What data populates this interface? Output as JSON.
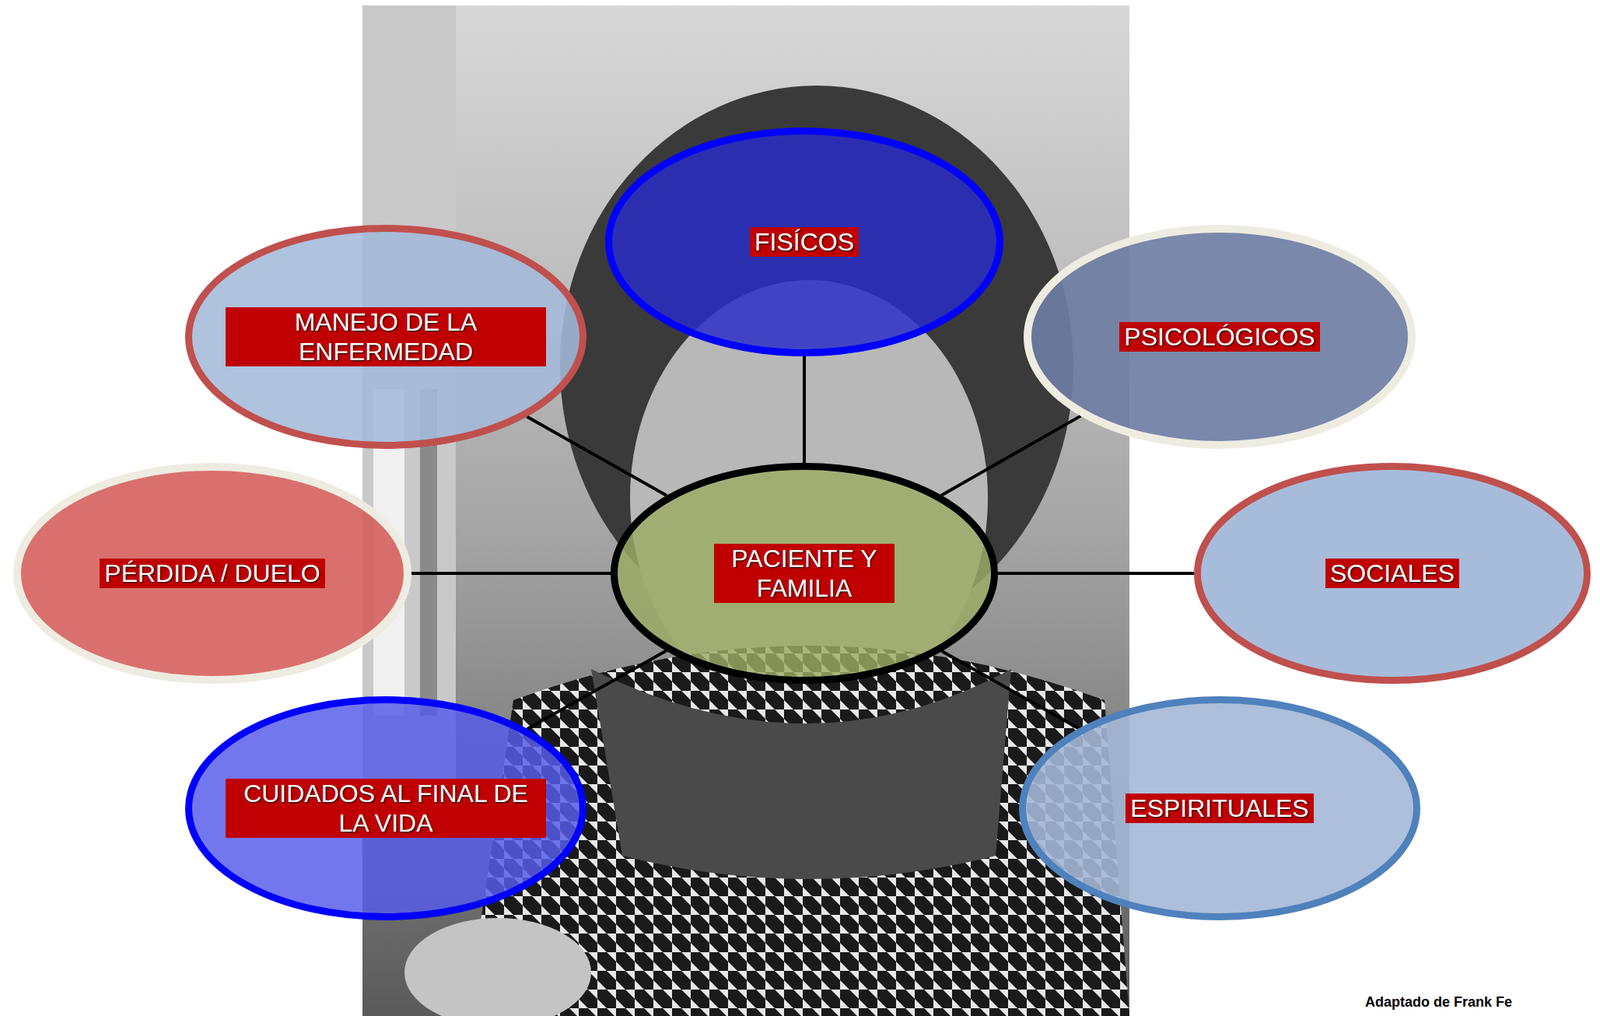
{
  "diagram": {
    "nodes": [
      {
        "text": [
          "FISÍCOS"
        ]
      },
      {
        "text": [
          "MANEJO DE LA ENFERMEDAD"
        ]
      },
      {
        "text": [
          "PSICOLÓGICOS"
        ]
      },
      {
        "text": [
          "PÉRDIDA / DUELO"
        ]
      },
      {
        "text": [
          "PACIENTE Y FAMILIA"
        ]
      },
      {
        "text": [
          "SOCIALES"
        ]
      },
      {
        "text": [
          "CUIDADOS AL FINAL DE LA VIDA"
        ]
      },
      {
        "text": [
          "ESPIRITUALES"
        ]
      }
    ],
    "edges": [
      {
        "from": 4,
        "to": 0,
        "arrow": "none"
      },
      {
        "from": 4,
        "to": 1,
        "arrow": "none"
      },
      {
        "from": 4,
        "to": 2,
        "arrow": "none"
      },
      {
        "from": 4,
        "to": 3,
        "arrow": "none"
      },
      {
        "from": 4,
        "to": 5,
        "arrow": "none"
      },
      {
        "from": 4,
        "to": 6,
        "arrow": "none"
      },
      {
        "from": 4,
        "to": 7,
        "arrow": "none"
      }
    ],
    "labels": [
      "Adaptado de Frank Fe"
    ]
  }
}
